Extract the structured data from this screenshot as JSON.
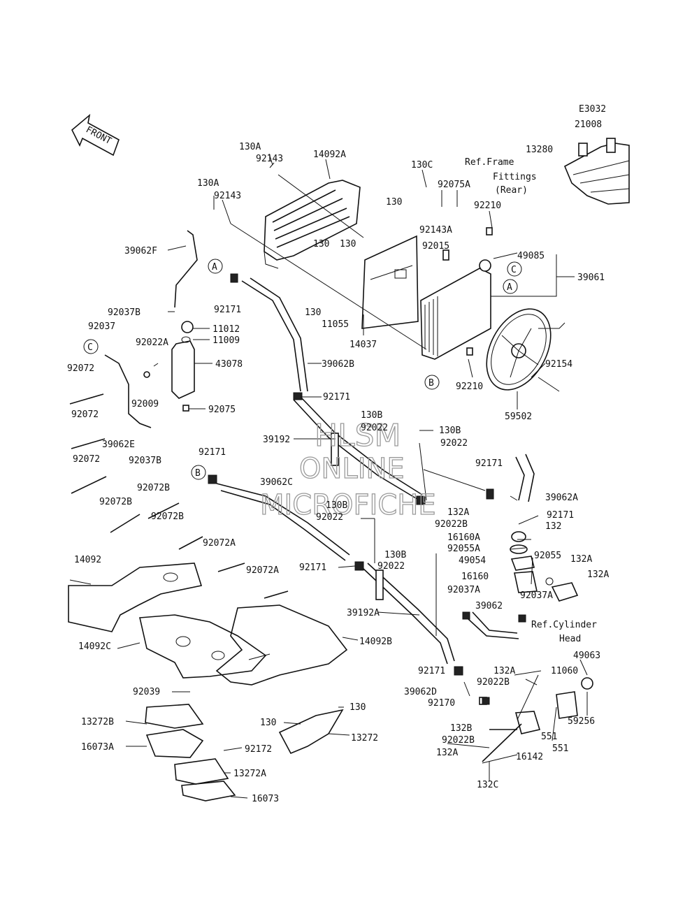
{
  "code": "E3032",
  "front_label": "FRONT",
  "watermark": [
    "HLSM",
    "ONLINE",
    "MICROFICHE"
  ],
  "parts": [
    {
      "id": "p21008",
      "text": "21008"
    },
    {
      "id": "p13280",
      "text": "13280"
    },
    {
      "id": "pRefFrame1",
      "text": "Ref.Frame"
    },
    {
      "id": "pRefFrame2",
      "text": "Fittings"
    },
    {
      "id": "pRefFrame3",
      "text": "(Rear)"
    },
    {
      "id": "p130A_1",
      "text": "130A"
    },
    {
      "id": "p92143_1",
      "text": "92143"
    },
    {
      "id": "p14092A",
      "text": "14092A"
    },
    {
      "id": "p130A_2",
      "text": "130A"
    },
    {
      "id": "p92143_2",
      "text": "92143"
    },
    {
      "id": "p130C",
      "text": "130C"
    },
    {
      "id": "p92075A",
      "text": "92075A"
    },
    {
      "id": "p130_1",
      "text": "130"
    },
    {
      "id": "p92210_1",
      "text": "92210"
    },
    {
      "id": "p92143A",
      "text": "92143A"
    },
    {
      "id": "p39062F",
      "text": "39062F"
    },
    {
      "id": "p130_2",
      "text": "130"
    },
    {
      "id": "p130_3",
      "text": "130"
    },
    {
      "id": "p92015",
      "text": "92015"
    },
    {
      "id": "p49085",
      "text": "49085"
    },
    {
      "id": "p39061",
      "text": "39061"
    },
    {
      "id": "p92171_1",
      "text": "92171"
    },
    {
      "id": "p130_4",
      "text": "130"
    },
    {
      "id": "p11055",
      "text": "11055"
    },
    {
      "id": "p92037B_1",
      "text": "92037B"
    },
    {
      "id": "p11012",
      "text": "11012"
    },
    {
      "id": "p11009",
      "text": "11009"
    },
    {
      "id": "p92037",
      "text": "92037"
    },
    {
      "id": "p92022A",
      "text": "92022A"
    },
    {
      "id": "p43078",
      "text": "43078"
    },
    {
      "id": "p39062B",
      "text": "39062B"
    },
    {
      "id": "p14037",
      "text": "14037"
    },
    {
      "id": "p92154",
      "text": "92154"
    },
    {
      "id": "p92072_1",
      "text": "92072"
    },
    {
      "id": "p92210_2",
      "text": "92210"
    },
    {
      "id": "p92009",
      "text": "92009"
    },
    {
      "id": "p92171_2",
      "text": "92171"
    },
    {
      "id": "p92075",
      "text": "92075"
    },
    {
      "id": "p59502",
      "text": "59502"
    },
    {
      "id": "p92072_2",
      "text": "92072"
    },
    {
      "id": "p130B_1",
      "text": "130B"
    },
    {
      "id": "p92022_1",
      "text": "92022"
    },
    {
      "id": "p130B_2",
      "text": "130B"
    },
    {
      "id": "p39062E",
      "text": "39062E"
    },
    {
      "id": "p39192",
      "text": "39192"
    },
    {
      "id": "p92022_2",
      "text": "92022"
    },
    {
      "id": "p92037B_2",
      "text": "92037B"
    },
    {
      "id": "p92072_3",
      "text": "92072"
    },
    {
      "id": "p92171_3",
      "text": "92171"
    },
    {
      "id": "p92171_4",
      "text": "92171"
    },
    {
      "id": "p39062C",
      "text": "39062C"
    },
    {
      "id": "p39062A",
      "text": "39062A"
    },
    {
      "id": "p92072B_1",
      "text": "92072B"
    },
    {
      "id": "p92072B_2",
      "text": "92072B"
    },
    {
      "id": "p130B_3",
      "text": "130B"
    },
    {
      "id": "p132A_1",
      "text": "132A"
    },
    {
      "id": "p92171_5",
      "text": "92171"
    },
    {
      "id": "p92022_3",
      "text": "92022"
    },
    {
      "id": "p92022B_1",
      "text": "92022B"
    },
    {
      "id": "p132",
      "text": "132"
    },
    {
      "id": "p92072B_3",
      "text": "92072B"
    },
    {
      "id": "p16160A",
      "text": "16160A"
    },
    {
      "id": "p92055A",
      "text": "92055A"
    },
    {
      "id": "p92055",
      "text": "92055"
    },
    {
      "id": "p92072A_1",
      "text": "92072A"
    },
    {
      "id": "p130B_4",
      "text": "130B"
    },
    {
      "id": "p49054",
      "text": "49054"
    },
    {
      "id": "p132A_2",
      "text": "132A"
    },
    {
      "id": "p14092",
      "text": "14092"
    },
    {
      "id": "p92171_6",
      "text": "92171"
    },
    {
      "id": "p92022_4",
      "text": "92022"
    },
    {
      "id": "p92072A_2",
      "text": "92072A"
    },
    {
      "id": "p16160",
      "text": "16160"
    },
    {
      "id": "p132A_3",
      "text": "132A"
    },
    {
      "id": "p92037A_1",
      "text": "92037A"
    },
    {
      "id": "p92037A_2",
      "text": "92037A"
    },
    {
      "id": "p39062",
      "text": "39062"
    },
    {
      "id": "pRefCyl1",
      "text": "Ref.Cylinder"
    },
    {
      "id": "pRefCyl2",
      "text": "Head"
    },
    {
      "id": "p39192A",
      "text": "39192A"
    },
    {
      "id": "p14092C",
      "text": "14092C"
    },
    {
      "id": "p14092B",
      "text": "14092B"
    },
    {
      "id": "p49063",
      "text": "49063"
    },
    {
      "id": "p92171_7",
      "text": "92171"
    },
    {
      "id": "p132A_4",
      "text": "132A"
    },
    {
      "id": "p11060",
      "text": "11060"
    },
    {
      "id": "p92022B_2",
      "text": "92022B"
    },
    {
      "id": "p39062D",
      "text": "39062D"
    },
    {
      "id": "p92039",
      "text": "92039"
    },
    {
      "id": "p130_5",
      "text": "130"
    },
    {
      "id": "p92170",
      "text": "92170"
    },
    {
      "id": "p59256",
      "text": "59256"
    },
    {
      "id": "p13272B",
      "text": "13272B"
    },
    {
      "id": "p130_6",
      "text": "130"
    },
    {
      "id": "p13272",
      "text": "13272"
    },
    {
      "id": "p132B",
      "text": "132B"
    },
    {
      "id": "p551_1",
      "text": "551"
    },
    {
      "id": "p92022B_3",
      "text": "92022B"
    },
    {
      "id": "p551_2",
      "text": "551"
    },
    {
      "id": "p16073A",
      "text": "16073A"
    },
    {
      "id": "p92172",
      "text": "92172"
    },
    {
      "id": "p132A_5",
      "text": "132A"
    },
    {
      "id": "p16142",
      "text": "16142"
    },
    {
      "id": "p13272A",
      "text": "13272A"
    },
    {
      "id": "p132C",
      "text": "132C"
    },
    {
      "id": "p16073",
      "text": "16073"
    }
  ],
  "callouts": [
    {
      "id": "cA1",
      "text": "A"
    },
    {
      "id": "cC1",
      "text": "C"
    },
    {
      "id": "cA2",
      "text": "A"
    },
    {
      "id": "cC2",
      "text": "C"
    },
    {
      "id": "cB1",
      "text": "B"
    },
    {
      "id": "cB2",
      "text": "B"
    }
  ]
}
